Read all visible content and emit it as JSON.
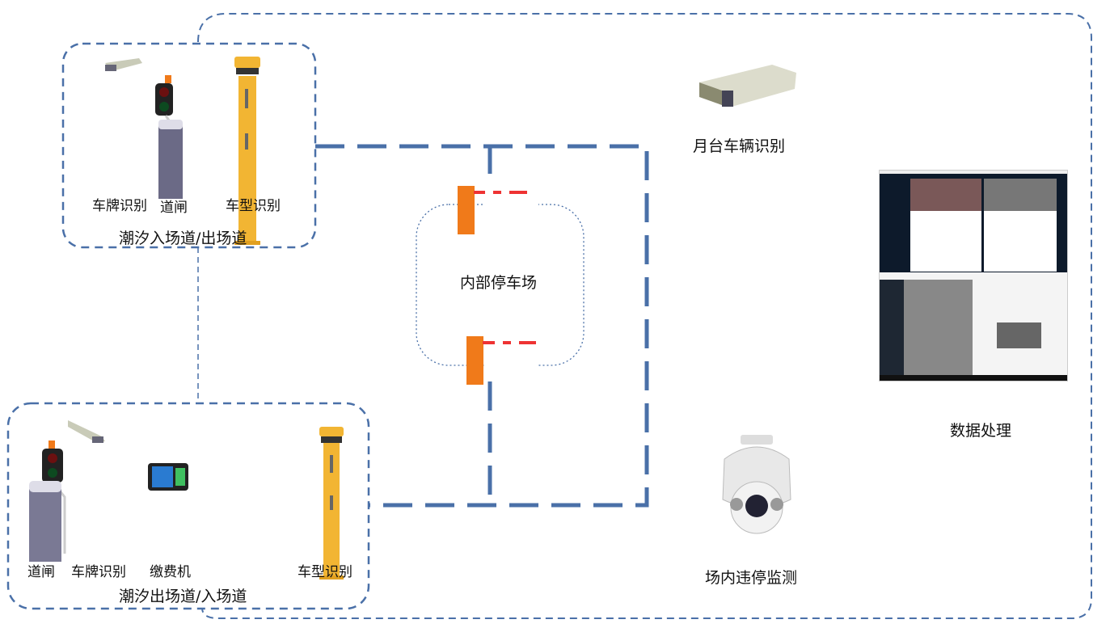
{
  "colors": {
    "line": "#4a70a8",
    "barrier_orange": "#f07a1a",
    "pillar_yellow": "#f2b533"
  },
  "entry_zone": {
    "title": "潮汐入场道/出场道",
    "devices": [
      "车牌识别",
      "道闸",
      "车型识别"
    ]
  },
  "exit_zone": {
    "title": "潮汐出场道/入场道",
    "devices": [
      "道闸",
      "车牌识别",
      "缴费机",
      "车型识别"
    ]
  },
  "parking": {
    "title": "内部停车场"
  },
  "platform": {
    "title": "月台车辆识别",
    "icon": "box-camera-icon"
  },
  "monitoring": {
    "title": "场内违停监测",
    "icon": "dome-camera-icon"
  },
  "data_processing": {
    "title": "数据处理",
    "icon": "software-screenshot"
  }
}
